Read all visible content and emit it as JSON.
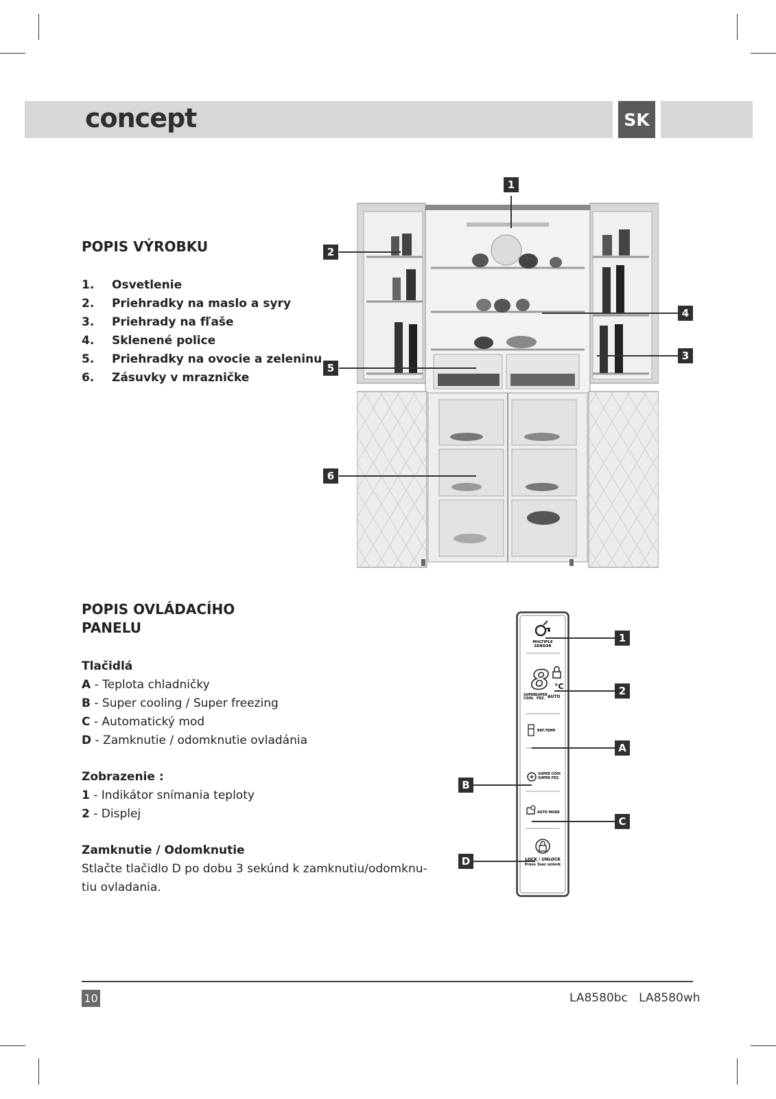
{
  "header": {
    "logo_text": "concept",
    "language_code": "SK"
  },
  "section1": {
    "title": "POPIS VÝROBKU",
    "items": [
      {
        "num": "1.",
        "label": "Osvetlenie"
      },
      {
        "num": "2.",
        "label": "Priehradky na maslo a syry"
      },
      {
        "num": "3.",
        "label": "Priehrady na fľaše"
      },
      {
        "num": "4.",
        "label": "Sklenené police"
      },
      {
        "num": "5.",
        "label": "Priehradky na ovocie a zeleninu"
      },
      {
        "num": "6.",
        "label": "Zásuvky v mrazničke"
      }
    ]
  },
  "fridge_callouts": [
    "1",
    "2",
    "3",
    "4",
    "5",
    "6"
  ],
  "section2": {
    "title_line1": "POPIS OVLÁDACÍHO",
    "title_line2": "PANELU",
    "buttons_heading": "Tlačidlá",
    "buttons": [
      {
        "key": "A",
        "text": " - Teplota chladničky"
      },
      {
        "key": "B",
        "text": " - Super cooling / Super freezing"
      },
      {
        "key": "C",
        "text": " - Automatický mod"
      },
      {
        "key": "D",
        "text": " - Zamknutie / odomknutie ovladánia"
      }
    ],
    "display_heading": "Zobrazenie :",
    "display": [
      {
        "key": "1",
        "text": " - Indikátor snímania teploty"
      },
      {
        "key": "2",
        "text": " - Displej"
      }
    ],
    "lock_heading": "Zamknutie / Odomknutie",
    "lock_text_line1": "Stlačte tlačidlo D po dobu 3 sekúnd k zamknutiu/odomknu-",
    "lock_text_line2": "tiu ovladania."
  },
  "panel": {
    "callouts_right": [
      "1",
      "2",
      "A",
      "C"
    ],
    "callouts_left": [
      "B",
      "D"
    ],
    "labels": {
      "multiple_sensor": "MULTIPLE SENSOR",
      "display_digit": "8",
      "temp_unit": "°C",
      "super_cool": "SUPER",
      "cool": "COOL",
      "super_frz": "SUPER",
      "frz": "FRZ.",
      "auto": "AUTO",
      "ref_temp": "REF.TEMP.",
      "super_cool_frz_line1": "SUPER COOL",
      "super_cool_frz_line2": "SUPER FRZ.",
      "auto_mode": "AUTO MODE",
      "lock_unlock": "LOCK / UNLOCK",
      "press_hint": "Press 3sec unlock"
    }
  },
  "footer": {
    "page_number": "10",
    "model": "LA8580bc   LA8580wh"
  }
}
